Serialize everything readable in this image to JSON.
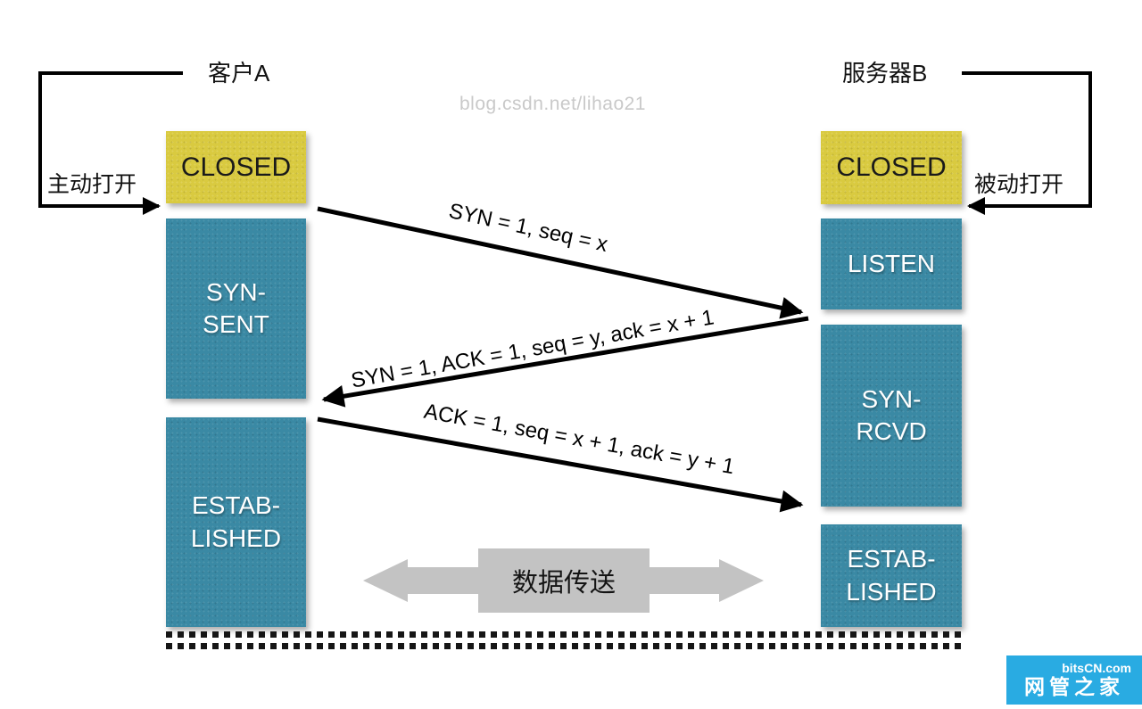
{
  "watermark": "blog.csdn.net/lihao21",
  "client": {
    "title": "客户A",
    "open_label": "主动打开",
    "states": {
      "closed": "CLOSED",
      "syn_sent": "SYN-\nSENT",
      "established": "ESTAB-\nLISHED"
    }
  },
  "server": {
    "title": "服务器B",
    "open_label": "被动打开",
    "states": {
      "closed": "CLOSED",
      "listen": "LISTEN",
      "syn_rcvd": "SYN-\nRCVD",
      "established": "ESTAB-\nLISHED"
    }
  },
  "messages": {
    "syn": "SYN = 1, seq = x",
    "syn_ack": "SYN = 1, ACK = 1, seq = y, ack = x + 1",
    "ack": "ACK = 1, seq = x + 1, ack = y + 1"
  },
  "data_transfer_label": "数据传送",
  "logo": {
    "line1": "bitsCN.com",
    "line2": "网管之家"
  },
  "colors": {
    "state_teal": "#3a89a4",
    "state_yellow": "#d9ca40",
    "arrow_black": "#000000",
    "data_arrow_gray": "#c3c3c3",
    "logo_blue": "#29abe2",
    "watermark_gray": "#c9c9c9"
  }
}
